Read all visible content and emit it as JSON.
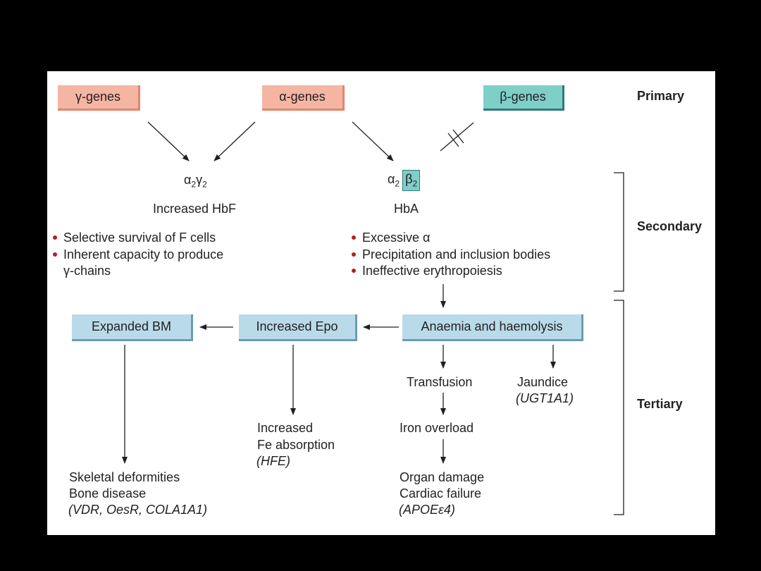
{
  "levels": {
    "primary": "Primary",
    "secondary": "Secondary",
    "tertiary": "Tertiary"
  },
  "genes": {
    "gamma": "γ-genes",
    "alpha": "α-genes",
    "beta": "β-genes"
  },
  "hbf": {
    "formula_a": "α",
    "formula_a_sub": "2",
    "formula_g": "γ",
    "formula_g_sub": "2",
    "label": "Increased HbF"
  },
  "hba": {
    "formula_a": "α",
    "formula_a_sub": "2",
    "formula_b": "β",
    "formula_b_sub": "2",
    "label": "HbA"
  },
  "hbf_mechanisms": [
    "Selective survival of F cells",
    "Inherent capacity to produce",
    "γ-chains"
  ],
  "hba_effects": [
    "Excessive α",
    "Precipitation and inclusion bodies",
    "Ineffective erythropoiesis"
  ],
  "tertiary_boxes": {
    "bm": "Expanded BM",
    "epo": "Increased Epo",
    "anaemia": "Anaemia and haemolysis"
  },
  "outcomes": {
    "transfusion": "Transfusion",
    "jaundice": "Jaundice",
    "jaundice_gene": "(UGT1A1)",
    "iron_overload": "Iron overload",
    "organ_damage": "Organ damage",
    "cardiac_failure": "Cardiac failure",
    "organ_gene": "(APOEε4)",
    "fe_line1": "Increased",
    "fe_line2": "Fe absorption",
    "fe_gene": "(HFE)",
    "skeletal": "Skeletal deformities",
    "bone": "Bone disease",
    "skeletal_genes": "(VDR, OesR, COLA1A1)"
  },
  "colors": {
    "gene_box": "#f5b5a3",
    "beta_box": "#7fcfc9",
    "tertiary_box": "#b9dbe9",
    "bullet": "#b51f24"
  }
}
